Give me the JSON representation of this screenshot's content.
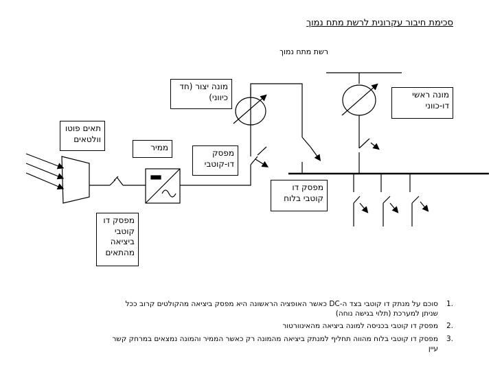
{
  "title": "סכימת חיבור עקרונית לרשת מתח נמוך",
  "network_label": "רשת מתח נמוך",
  "boxes": {
    "pv_array": "תאים פוטו וולטאים",
    "inverter": "ממיר",
    "dc_disconnect": "מפסק דו קוטבי ביציאה מהתאים",
    "bipolar_switch": "מפסק דו-קוטבי",
    "production_meter": "מונה יצור (חד כיווני)",
    "main_meter": "מונה ראשי דו-כווני",
    "panel_switch": "מפסק דו קוטבי בלוח"
  },
  "notes": [
    {
      "num": ".1",
      "text": "סוכם על מנתק דו קוטבי בצד ה-DC כאשר האופציה הראשונה היא מפסק ביציאה מהקולטים קרוב ככל שניתן למערכת (תלוי בגישה נוחה)"
    },
    {
      "num": ".2",
      "text": "מפסק דו קוטבי בכניסה למונה ביציאה מהאינוורטור"
    },
    {
      "num": ".3",
      "text": "מפסק דו קוטבי בלוח מהווה תחליף למנתק ביציאה מהמונה רק כאשר הממיר והמונה נמצאים במרחק קשר עיין"
    }
  ]
}
